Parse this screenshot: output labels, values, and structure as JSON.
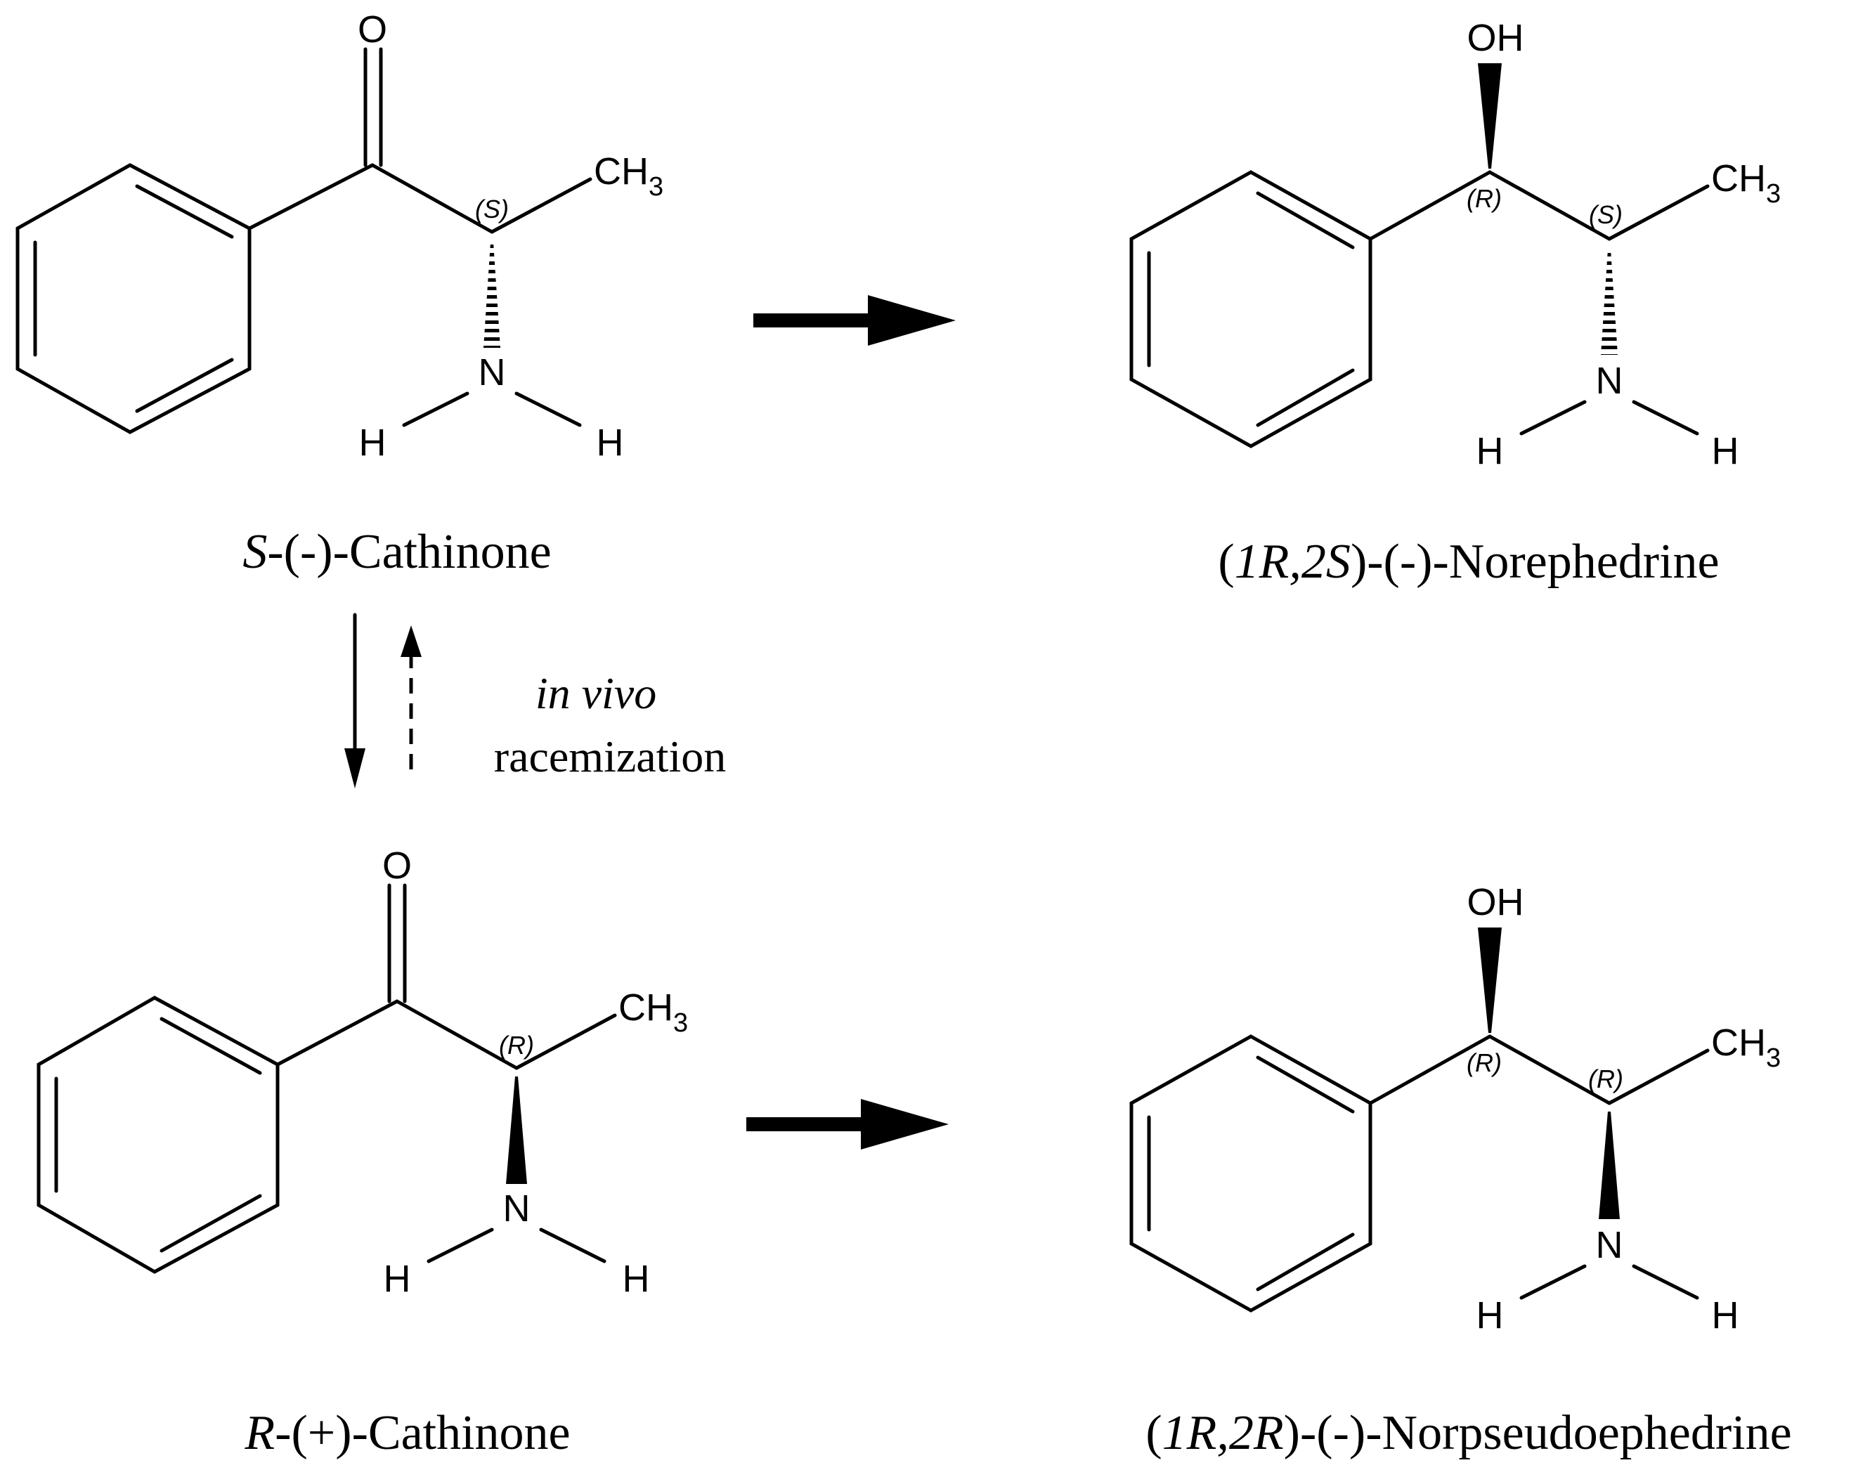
{
  "atoms": {
    "oxygen": "O",
    "hydroxyl": "OH",
    "nitrogen": "N",
    "hydrogen": "H",
    "methyl_c": "CH",
    "methyl_sub": "3"
  },
  "stereo": {
    "s": "(S)",
    "r": "(R)"
  },
  "names": {
    "s_cathinone_prefix": "S",
    "s_cathinone_rest": "-(-)-Cathinone",
    "r_cathinone_prefix": "R",
    "r_cathinone_rest": "-(+)-Cathinone",
    "norephedrine_open": "(",
    "norephedrine_config": "1R,2S",
    "norephedrine_rest": ")-(-)-Norephedrine",
    "norpseudo_open": "(",
    "norpseudo_config": "1R,2R",
    "norpseudo_rest": ")-(-)-Norpseudoephedrine"
  },
  "annotation": {
    "line1": "in vivo",
    "line2": "racemization"
  }
}
